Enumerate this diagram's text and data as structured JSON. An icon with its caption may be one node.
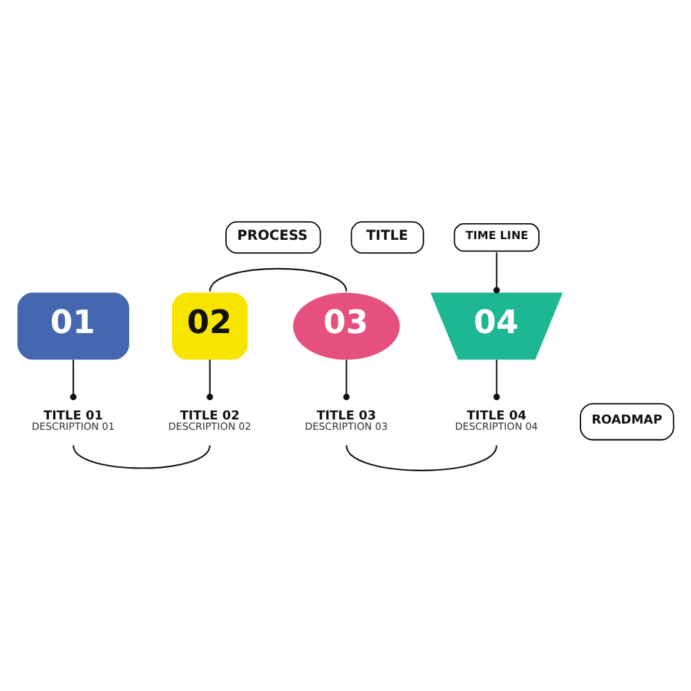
{
  "diagram": {
    "nodes": [
      {
        "text": [
          "PROCESS"
        ]
      },
      {
        "text": [
          "TITLE"
        ]
      },
      {
        "text": [
          "01"
        ]
      },
      {
        "text": [
          "TITLE 01",
          "DESCRIPTION 01"
        ]
      },
      {
        "text": [
          "02"
        ]
      },
      {
        "text": [
          "TITLE 02",
          "DESCRIPTION 02"
        ]
      },
      {
        "text": [
          "03"
        ]
      },
      {
        "text": [
          "TITLE 03",
          "DESCRIPTION 03"
        ]
      },
      {
        "text": [
          "TIME LINE"
        ]
      },
      {
        "text": [
          "04"
        ]
      },
      {
        "text": [
          "TITLE 04",
          "DESCRIPTION 04"
        ]
      },
      {
        "text": [
          "ROADMAP"
        ]
      }
    ],
    "edges": [
      {
        "from": 2,
        "to": 3,
        "arrow": "other"
      },
      {
        "from": 3,
        "to": 5,
        "arrow": "none"
      },
      {
        "from": 4,
        "to": 5,
        "arrow": "other"
      },
      {
        "from": 4,
        "to": 6,
        "arrow": "none"
      },
      {
        "from": 6,
        "to": 7,
        "arrow": "other"
      },
      {
        "from": 7,
        "to": 10,
        "arrow": "none"
      },
      {
        "from": 9,
        "to": 10,
        "arrow": "other"
      },
      {
        "from": 8,
        "to": 9,
        "arrow": "other"
      }
    ]
  }
}
